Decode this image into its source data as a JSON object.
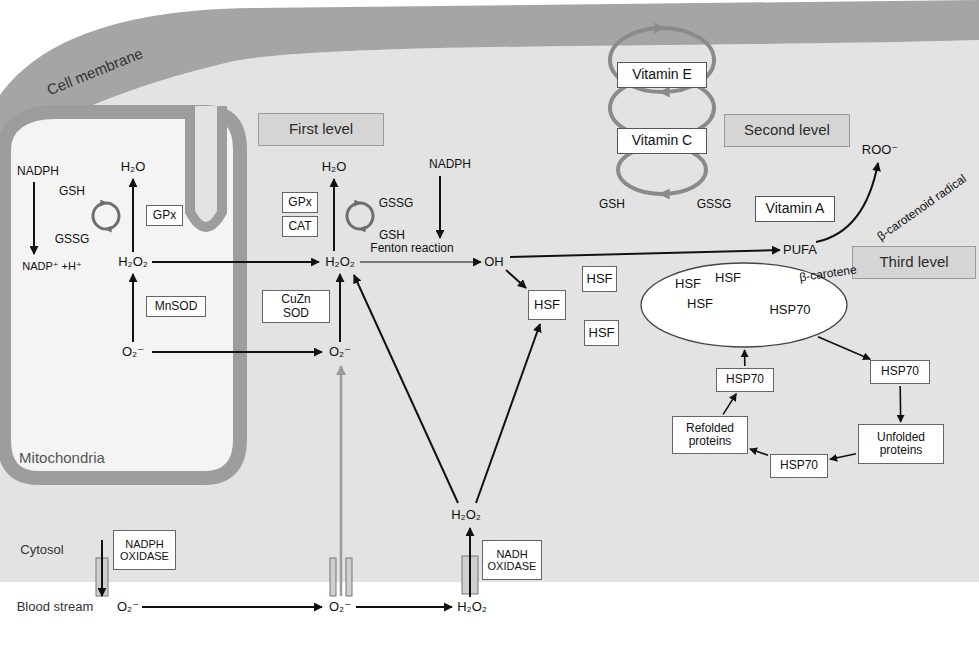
{
  "diagram": {
    "nodes": [
      {
        "text": [
          "First level"
        ]
      },
      {
        "text": [
          "Vitamin E"
        ]
      },
      {
        "text": [
          "Second level"
        ]
      },
      {
        "text": [
          "Vitamin C"
        ]
      },
      {
        "text": [
          "GPx"
        ]
      },
      {
        "text": [
          "GPx"
        ]
      },
      {
        "text": [
          "CAT"
        ]
      },
      {
        "text": [
          "Vitamin A"
        ]
      },
      {
        "text": [
          "MnSOD"
        ]
      },
      {
        "text": [
          "CuZn SOD"
        ]
      },
      {
        "text": [
          "HSF"
        ]
      },
      {
        "text": [
          "HSF"
        ]
      },
      {
        "text": [
          "HSF"
        ]
      },
      {
        "text": [
          "Third level"
        ]
      },
      {
        "text": [
          "HSF",
          "HSF",
          "HSF",
          "HSP70"
        ]
      },
      {
        "text": [
          "HSP70"
        ]
      },
      {
        "text": [
          "HSP70"
        ]
      },
      {
        "text": [
          "Refolded proteins"
        ]
      },
      {
        "text": [
          "Unfolded proteins"
        ]
      },
      {
        "text": [
          "HSP70"
        ]
      },
      {
        "text": [
          "NADPH OXIDASE"
        ]
      },
      {
        "text": [
          "NADH OXIDASE"
        ]
      }
    ],
    "edges": [
      {
        "from": 15,
        "to": 14,
        "arrow": "to"
      },
      {
        "from": 14,
        "to": 16,
        "arrow": "to"
      },
      {
        "from": 16,
        "to": 18,
        "arrow": "to"
      },
      {
        "from": 18,
        "to": 19,
        "arrow": "to"
      },
      {
        "from": 19,
        "to": 17,
        "arrow": "to"
      },
      {
        "from": 17,
        "to": 15,
        "arrow": "to"
      }
    ],
    "labels": [
      "Cell membrane",
      "NADPH",
      "H₂O",
      "GSH",
      "GSSG",
      "NADP⁺ +H⁺",
      "H₂O₂",
      "O₂⁻",
      "Mitochondria",
      "H₂O",
      "NADPH",
      "GSSG",
      "GSH",
      "H₂O₂",
      "Fenton reaction",
      "OH",
      "O₂⁻",
      "GSH",
      "GSSG",
      "ROO⁻",
      "PUFA",
      "β-carotene",
      "β-carotenoid radical",
      "H₂O₂",
      "Cytosol",
      "Blood stream",
      "O₂⁻",
      "O₂⁻",
      "H₂O₂"
    ]
  }
}
